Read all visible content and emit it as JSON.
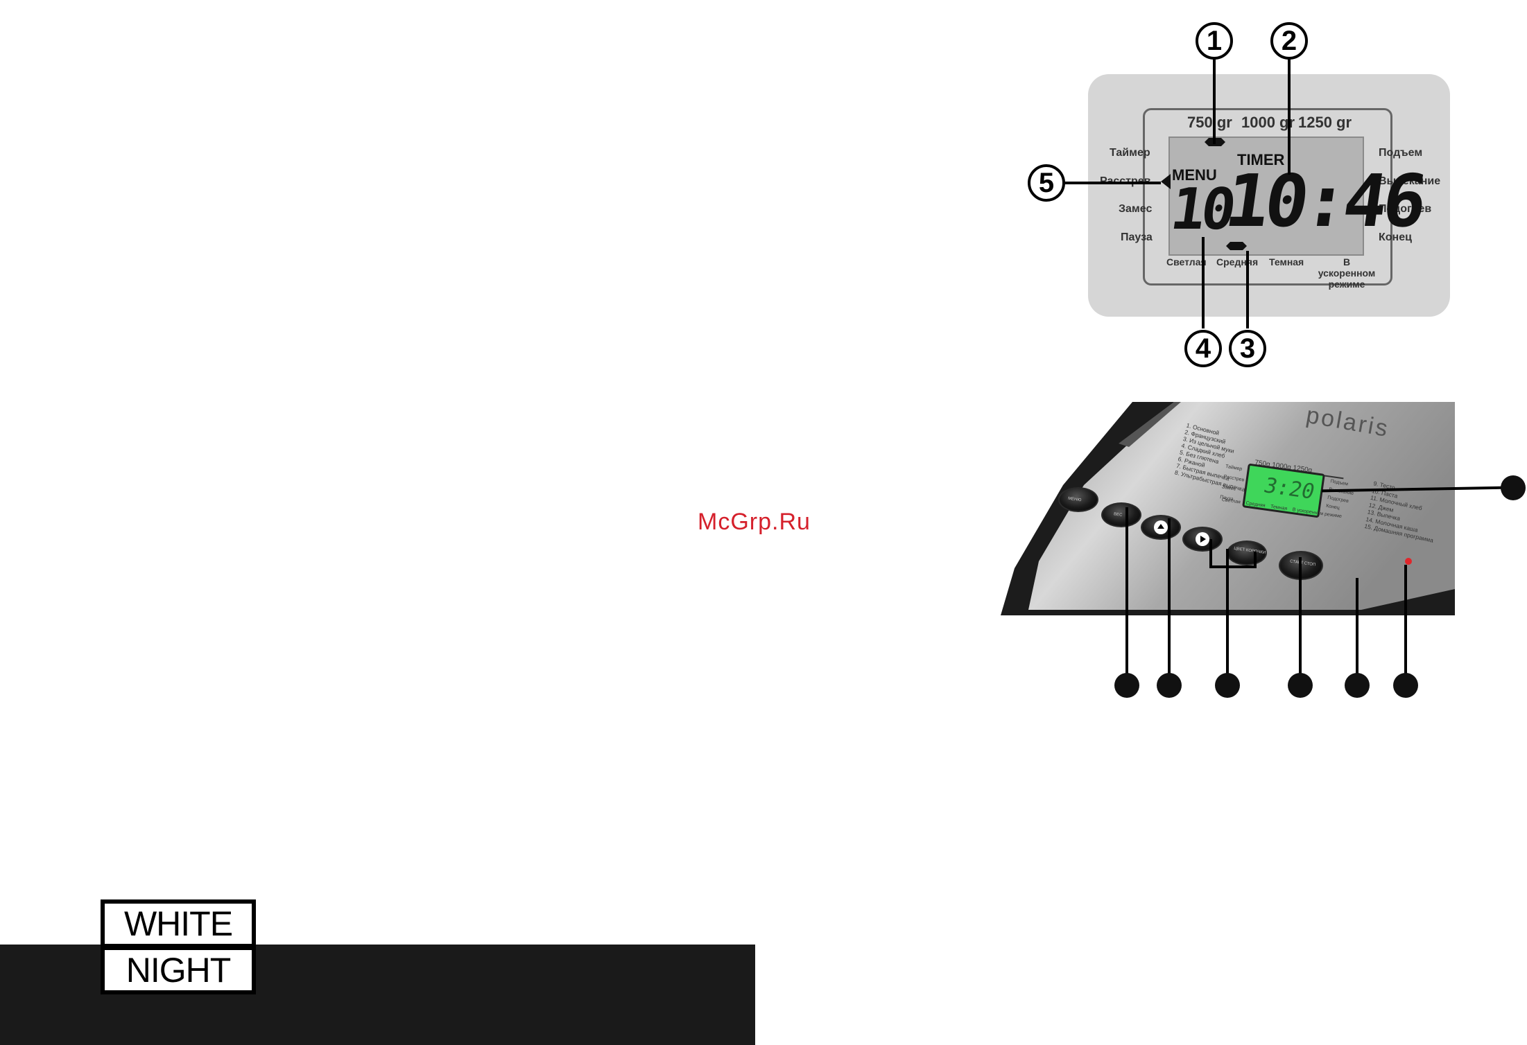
{
  "lcd": {
    "weights": [
      "750 gr",
      "1000 gr",
      "1250 gr"
    ],
    "left_labels": [
      "Таймер",
      "Расстрев",
      "Замес",
      "Пауза"
    ],
    "right_labels": [
      "Подъем",
      "Выпекание",
      "Подогрев",
      "Конец"
    ],
    "bottom_labels": [
      "Светлая",
      "Средняя",
      "Темная",
      "В ускоренном режиме"
    ],
    "menu_label": "MENU",
    "timer_label": "TIMER",
    "program_number": "10",
    "time": "10:46"
  },
  "callouts": {
    "top": [
      "1",
      "2",
      "3",
      "4",
      "5"
    ]
  },
  "panel": {
    "brand": "polaris",
    "weights": "750g  1000g  1250g",
    "programs_left": [
      "1. Основной",
      "2. Французский",
      "3. Из цельной муки",
      "4. Сладкий хлеб",
      "5. Без глютена",
      "6. Ржаной",
      "7. Быстрая выпечка",
      "8. Ультрабыстрая выпечка"
    ],
    "programs_right": [
      "9. Тесто",
      "10. Паста",
      "11. Молочный хлеб",
      "12. Джем",
      "13. Выпечка",
      "14. Молочная каша",
      "15. Домашняя программа"
    ],
    "stages_left": [
      "Таймер",
      "Расстрев",
      "Замес",
      "Пауза"
    ],
    "stages_right": [
      "Подъем",
      "Выпекание",
      "Подогрев",
      "Конец"
    ],
    "crust": [
      "Светлая",
      "Средняя",
      "Темная",
      "В ускоренном режиме"
    ],
    "button_labels": [
      "МЕНЮ",
      "ВЕС",
      "",
      "",
      "ЦВЕТ КОРОЧКИ",
      "СТАРТ СТОП"
    ],
    "lcd_time": "3:20"
  },
  "watermark": "McGrp.Ru",
  "logo": {
    "line1": "WHITE",
    "line2": "NIGHT"
  }
}
